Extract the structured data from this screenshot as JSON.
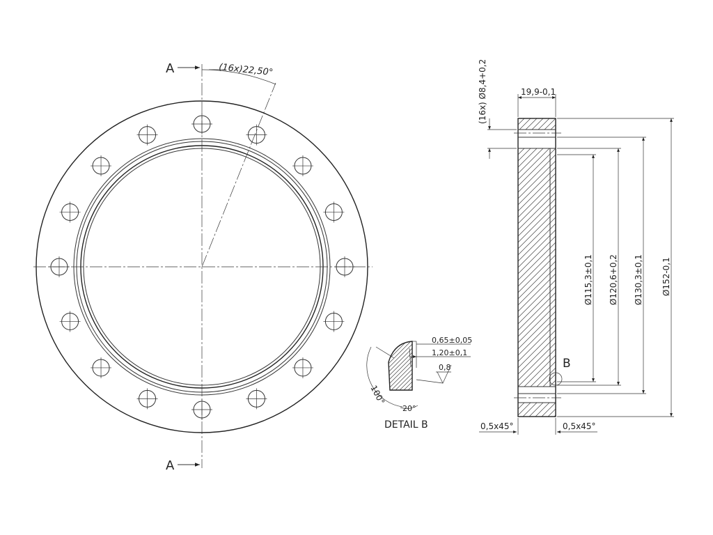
{
  "front_view": {
    "hole_pattern_label": "(16x)22,50°",
    "section_marker_top": "A",
    "section_marker_bottom": "A",
    "hole_count": 16
  },
  "section_view": {
    "thickness_dim": "19,9-0,1",
    "hole_dia_dim": "(16x) Ø8,4+0,2",
    "dia_1": "Ø115,3±0,1",
    "dia_2": "Ø120,6+0,2",
    "dia_3": "Ø130,3±0,1",
    "dia_4": "Ø152-0,1",
    "chamfer_left": "0,5x45°",
    "chamfer_right": "0,5x45°",
    "detail_marker": "B"
  },
  "detail_b": {
    "title": "DETAIL B",
    "dim_1": "0,65±0,05",
    "dim_2": "1,20±0,1",
    "roughness": "0,8",
    "angle_1": "100°",
    "angle_2": "20°"
  }
}
